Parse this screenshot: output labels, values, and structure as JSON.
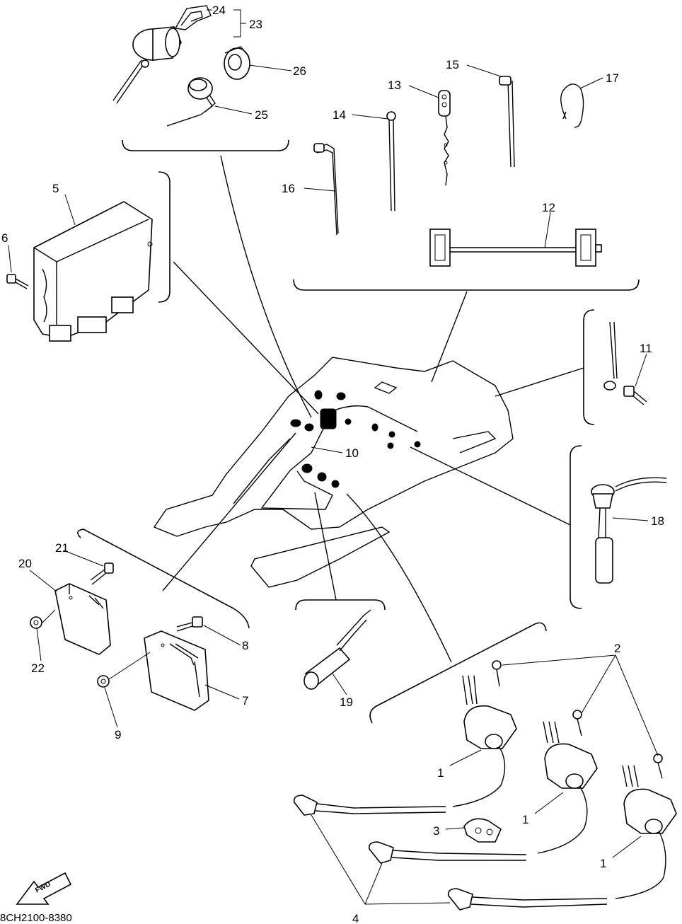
{
  "diagram": {
    "part_labels": {
      "p1a": "1",
      "p1b": "1",
      "p1c": "1",
      "p2": "2",
      "p3": "3",
      "p4": "4",
      "p5": "5",
      "p6": "6",
      "p7": "7",
      "p8": "8",
      "p9": "9",
      "p10": "10",
      "p11": "11",
      "p12": "12",
      "p13": "13",
      "p14": "14",
      "p15": "15",
      "p16": "16",
      "p17": "17",
      "p18": "18",
      "p19": "19",
      "p20": "20",
      "p21": "21",
      "p22": "22",
      "p23": "23",
      "p24": "24",
      "p25": "25",
      "p26": "26"
    },
    "fwd_label": "FWD",
    "drawing_code": "8CH2100-8380"
  }
}
